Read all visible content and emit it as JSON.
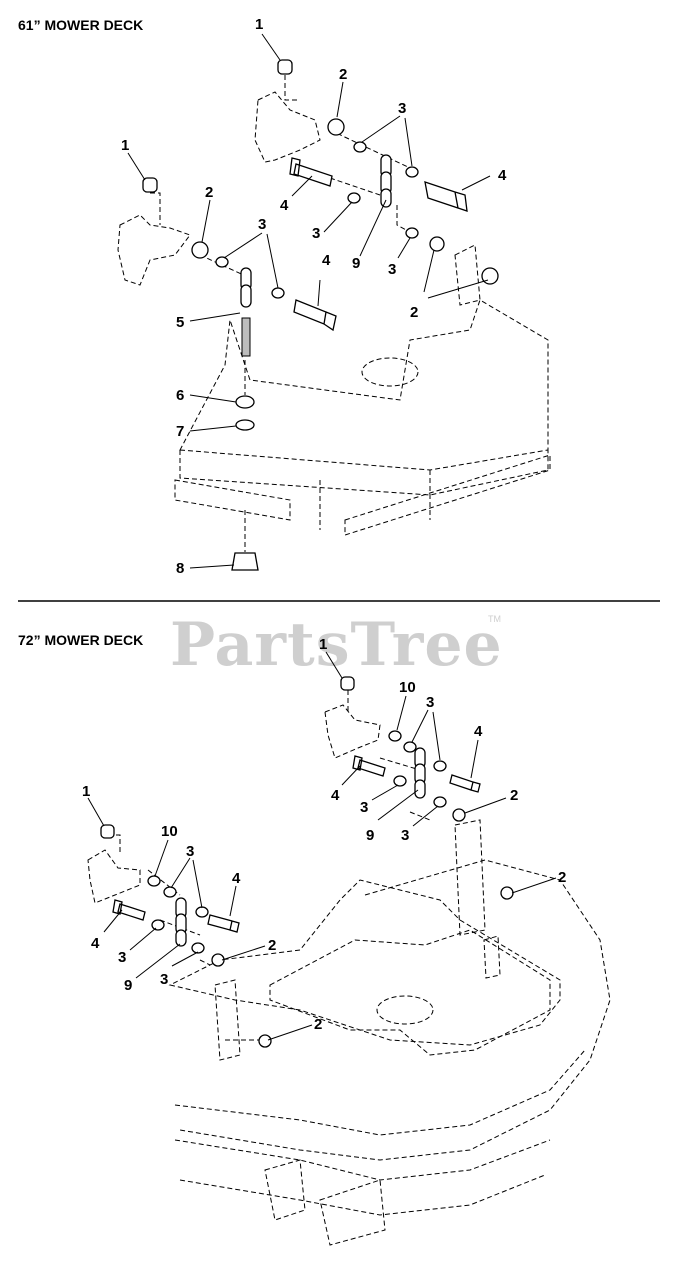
{
  "sections": [
    {
      "title": "61” MOWER DECK",
      "callouts": [
        "1",
        "2",
        "3",
        "4",
        "1",
        "2",
        "3",
        "4",
        "3",
        "9",
        "4",
        "3",
        "2",
        "5",
        "6",
        "7",
        "8"
      ]
    },
    {
      "title": "72” MOWER DECK",
      "callouts": [
        "1",
        "10",
        "3",
        "4",
        "2",
        "4",
        "3",
        "9",
        "3",
        "2",
        "1",
        "10",
        "3",
        "4",
        "4",
        "3",
        "9",
        "3",
        "2",
        "2"
      ]
    }
  ],
  "watermark": {
    "text": "PartsTree",
    "trademark": "TM"
  }
}
